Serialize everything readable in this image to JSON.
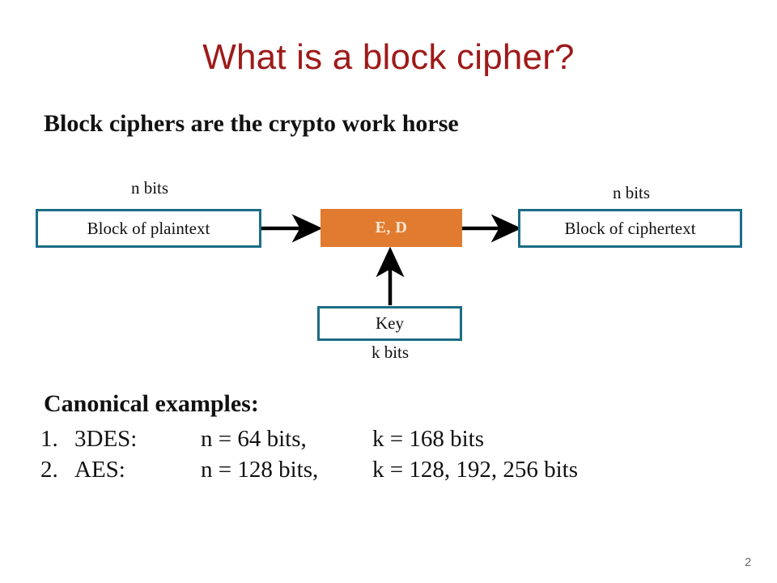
{
  "slide": {
    "title": "What is a block cipher?",
    "title_color": "#9E1A1A",
    "subtitle": "Block ciphers are the crypto work horse",
    "page_number": "2"
  },
  "diagram": {
    "plaintext_box": {
      "label": "Block of plaintext",
      "border_color": "#1C6C84"
    },
    "cipher_box": {
      "label": "E, D",
      "fill_color": "#E17B30",
      "text_color": "#FBE9D5"
    },
    "ciphertext_box": {
      "label": "Block of ciphertext",
      "border_color": "#1C6C84"
    },
    "key_box": {
      "label": "Key",
      "border_color": "#1C6C84"
    },
    "label_nbits_left": "n bits",
    "label_nbits_right": "n bits",
    "label_kbits": "k bits"
  },
  "canonical": {
    "heading": "Canonical examples:",
    "rows": [
      {
        "num": "1.",
        "name": "3DES:",
        "n": "n = 64 bits,",
        "k": "k = 168 bits"
      },
      {
        "num": "2.",
        "name": "AES:",
        "n": "n = 128 bits,",
        "k": "k = 128, 192, 256 bits"
      }
    ]
  }
}
